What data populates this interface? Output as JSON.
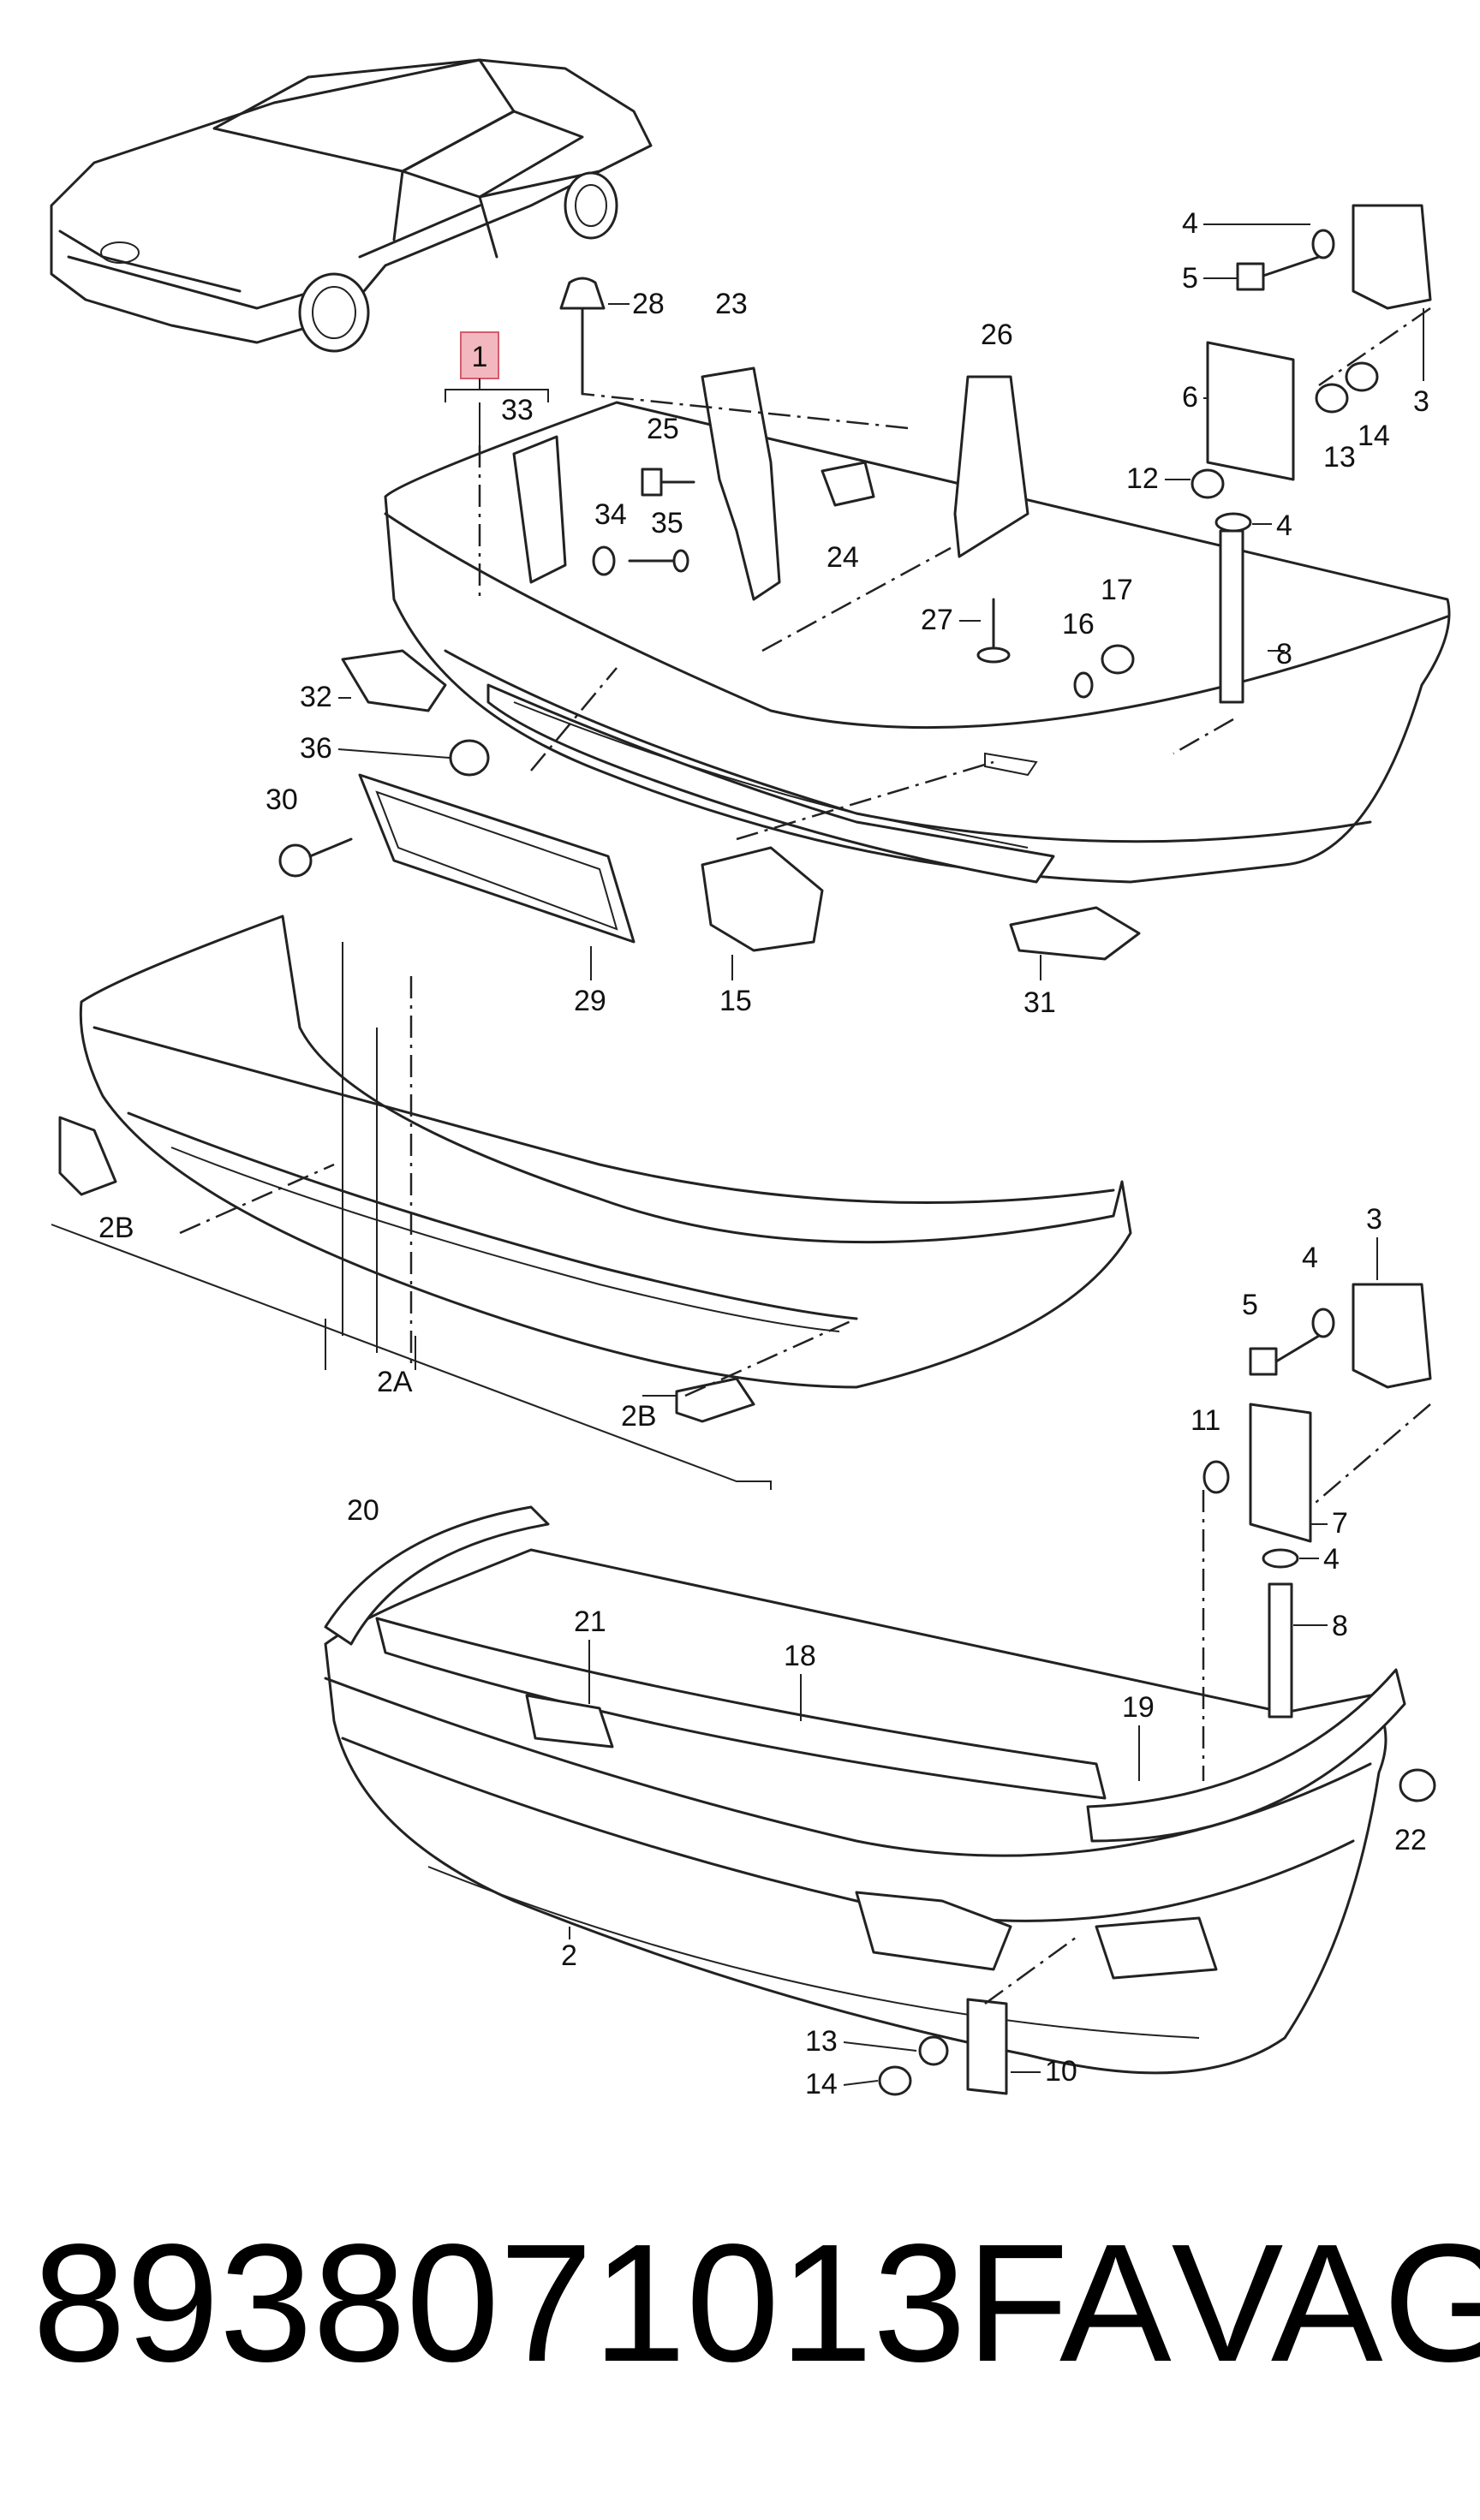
{
  "callouts": {
    "c1": "1",
    "c2": "2",
    "c2A": "2A",
    "c2B": "2B",
    "c3": "3",
    "c4": "4",
    "c5": "5",
    "c6": "6",
    "c7": "7",
    "c8": "8",
    "c10": "10",
    "c11": "11",
    "c12": "12",
    "c13": "13",
    "c14": "14",
    "c15": "15",
    "c16": "16",
    "c17": "17",
    "c18": "18",
    "c19": "19",
    "c20": "20",
    "c21": "21",
    "c22": "22",
    "c23": "23",
    "c24": "24",
    "c25": "25",
    "c26": "26",
    "c27": "27",
    "c28": "28",
    "c29": "29",
    "c30": "30",
    "c31": "31",
    "c32": "32",
    "c33": "33",
    "c34": "34",
    "c35": "35",
    "c36": "36"
  },
  "highlight": {
    "callout": "1",
    "color": "#f3b8bf"
  },
  "caption": {
    "part_number": "8938071013FA",
    "brand": "VAG"
  }
}
